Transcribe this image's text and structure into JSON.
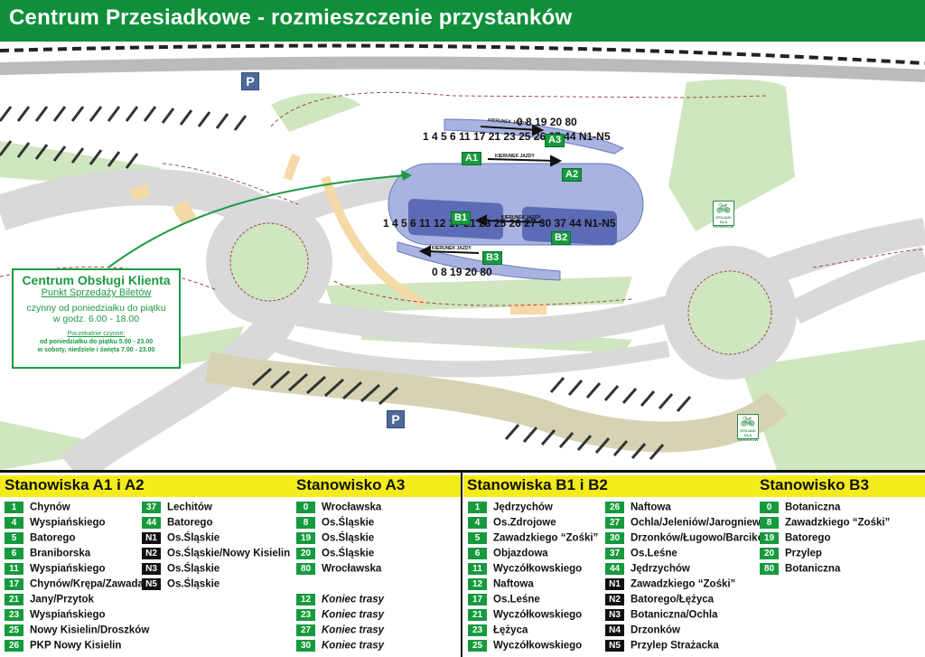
{
  "title": "Centrum Przesiadkowe - rozmieszczenie przystanków",
  "colors": {
    "header_green": "#0f8f3a",
    "route_green": "#179a3e",
    "night_black": "#111111",
    "legend_yellow": "#f4ec1a",
    "platform_blue": "#a8b3e0",
    "road_gray": "#d9d9d9",
    "grass": "#cfe6c0"
  },
  "map": {
    "parking_label": "P",
    "stop_labels": {
      "a1": "A1",
      "a2": "A2",
      "a3": "A3",
      "b1": "B1",
      "b2": "B2",
      "b3": "B3"
    },
    "routes": {
      "a3": "0 8 19 20 80",
      "a1a2": "1 4 5 6 11 17 21 23 25 26 37 44 N1-N5",
      "b1b2": "1 4 5 6 11 12 17 21 23 25 26 27 30 37 44 N1-N5",
      "b3": "0 8 19 20 80"
    },
    "direction_label": "KIERUNEK JAZDY",
    "bike_caption": "STOJAKI DLA ROWERÓW",
    "customer_center": {
      "title": "Centrum Obsługi Klienta",
      "subtitle": "Punkt Sprzedaży Biletów",
      "line1": "czynny od poniedziałku do piątku",
      "line2": "w godz. 6.00 - 18.00",
      "waiting_title": "Poczekalnie czynne:",
      "waiting_1": "od poniedziałku do piątku 5.00 - 23.00",
      "waiting_2": "w soboty, niedziele i święta 7.00 - 23.00"
    }
  },
  "legend": {
    "left_header_1": "Stanowiska A1 i A2",
    "left_header_2": "Stanowisko A3",
    "right_header_1": "Stanowiska B1 i B2",
    "right_header_2": "Stanowisko B3",
    "a12_col1": [
      {
        "num": "1",
        "dest": "Chynów",
        "night": false
      },
      {
        "num": "4",
        "dest": "Wyspiańskiego",
        "night": false
      },
      {
        "num": "5",
        "dest": "Batorego",
        "night": false
      },
      {
        "num": "6",
        "dest": "Braniborska",
        "night": false
      },
      {
        "num": "11",
        "dest": "Wyspiańskiego",
        "night": false
      },
      {
        "num": "17",
        "dest": "Chynów/Krępa/Zawada",
        "night": false
      },
      {
        "num": "21",
        "dest": "Jany/Przytok",
        "night": false
      },
      {
        "num": "23",
        "dest": "Wyspiańskiego",
        "night": false
      },
      {
        "num": "25",
        "dest": "Nowy Kisielin/Droszków",
        "night": false
      },
      {
        "num": "26",
        "dest": "PKP Nowy Kisielin",
        "night": false
      }
    ],
    "a12_col2": [
      {
        "num": "37",
        "dest": "Lechitów",
        "night": false
      },
      {
        "num": "44",
        "dest": "Batorego",
        "night": false
      },
      {
        "num": "N1",
        "dest": "Os.Śląskie",
        "night": true
      },
      {
        "num": "N2",
        "dest": "Os.Śląskie/Nowy Kisielin",
        "night": true
      },
      {
        "num": "N3",
        "dest": "Os.Śląskie",
        "night": true
      },
      {
        "num": "N5",
        "dest": "Os.Śląskie",
        "night": true
      }
    ],
    "a3": [
      {
        "num": "0",
        "dest": "Wrocławska",
        "italic": false
      },
      {
        "num": "8",
        "dest": "Os.Śląskie",
        "italic": false
      },
      {
        "num": "19",
        "dest": "Os.Śląskie",
        "italic": false
      },
      {
        "num": "20",
        "dest": "Os.Śląskie",
        "italic": false
      },
      {
        "num": "80",
        "dest": "Wrocławska",
        "italic": false
      },
      {
        "num": "12",
        "dest": "Koniec trasy",
        "italic": true
      },
      {
        "num": "23",
        "dest": "Koniec trasy",
        "italic": true
      },
      {
        "num": "27",
        "dest": "Koniec trasy",
        "italic": true
      },
      {
        "num": "30",
        "dest": "Koniec trasy",
        "italic": true
      }
    ],
    "b12_col1": [
      {
        "num": "1",
        "dest": "Jędrzychów",
        "night": false
      },
      {
        "num": "4",
        "dest": "Os.Zdrojowe",
        "night": false
      },
      {
        "num": "5",
        "dest": "Zawadzkiego “Zośki”",
        "night": false
      },
      {
        "num": "6",
        "dest": "Objazdowa",
        "night": false
      },
      {
        "num": "11",
        "dest": "Wyczółkowskiego",
        "night": false
      },
      {
        "num": "12",
        "dest": "Naftowa",
        "night": false
      },
      {
        "num": "17",
        "dest": "Os.Leśne",
        "night": false
      },
      {
        "num": "21",
        "dest": "Wyczółkowskiego",
        "night": false
      },
      {
        "num": "23",
        "dest": "Łężyca",
        "night": false
      },
      {
        "num": "25",
        "dest": "Wyczółkowskiego",
        "night": false
      }
    ],
    "b12_col2": [
      {
        "num": "26",
        "dest": "Naftowa",
        "night": false
      },
      {
        "num": "27",
        "dest": "Ochla/Jeleniów/Jarogniewice",
        "night": false
      },
      {
        "num": "30",
        "dest": "Drzonków/Ługowo/Barcikow.",
        "night": false
      },
      {
        "num": "37",
        "dest": "Os.Leśne",
        "night": false
      },
      {
        "num": "44",
        "dest": "Jędrzychów",
        "night": false
      },
      {
        "num": "N1",
        "dest": "Zawadzkiego “Zośki”",
        "night": true
      },
      {
        "num": "N2",
        "dest": "Batorego/Łężyca",
        "night": true
      },
      {
        "num": "N3",
        "dest": "Botaniczna/Ochla",
        "night": true
      },
      {
        "num": "N4",
        "dest": "Drzonków",
        "night": true
      },
      {
        "num": "N5",
        "dest": "Przylep Strażacka",
        "night": true
      }
    ],
    "b3": [
      {
        "num": "0",
        "dest": "Botaniczna"
      },
      {
        "num": "8",
        "dest": "Zawadzkiego “Zośki”"
      },
      {
        "num": "19",
        "dest": "Batorego"
      },
      {
        "num": "20",
        "dest": "Przylep"
      },
      {
        "num": "80",
        "dest": "Botaniczna"
      }
    ]
  }
}
